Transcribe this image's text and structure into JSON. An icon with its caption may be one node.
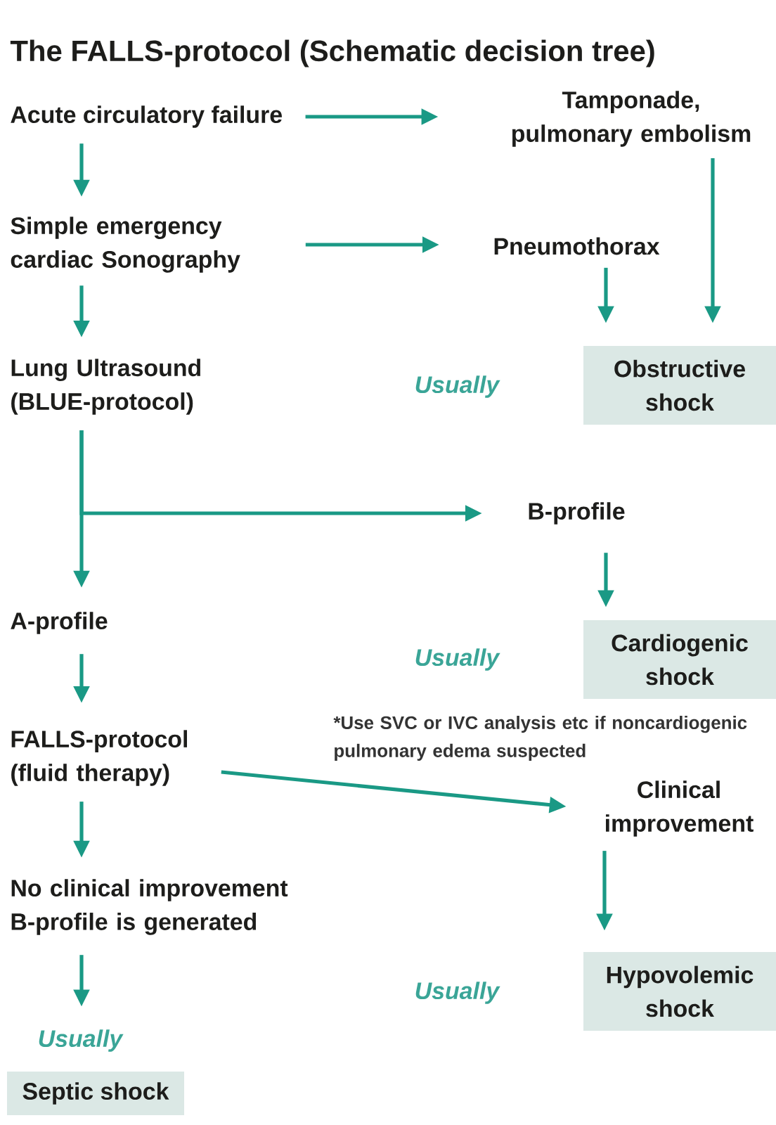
{
  "diagram": {
    "title": "The FALLS-protocol (Schematic decision tree)",
    "nodes": [
      {
        "text": [
          "Acute circulatory failure"
        ]
      },
      {
        "text": [
          "Tamponade, pulmonary embolism"
        ]
      },
      {
        "text": [
          "Simple emergency cardiac Sonography"
        ]
      },
      {
        "text": [
          "Pneumothorax"
        ]
      },
      {
        "text": [
          "Lung Ultrasound (BLUE-protocol)"
        ]
      },
      {
        "text": [
          "Obstructive shock"
        ],
        "beside": [
          "Usually"
        ]
      },
      {
        "text": [
          "B-profile"
        ]
      },
      {
        "text": [
          "A-profile"
        ]
      },
      {
        "text": [
          "Cardiogenic shock"
        ],
        "beside": [
          "Usually"
        ]
      },
      {
        "text": [
          "FALLS-protocol (fluid therapy)"
        ]
      },
      {
        "text": [
          "Clinical improvement"
        ]
      },
      {
        "text": [
          "No clinical improvement B-profile is generated"
        ]
      },
      {
        "text": [
          "Hypovolemic shock"
        ],
        "beside": [
          "Usually"
        ]
      },
      {
        "text": [
          "Septic shock"
        ],
        "beside": [
          "Usually"
        ]
      }
    ],
    "edges": [
      {
        "from": 0,
        "to": 1,
        "arrow": "to"
      },
      {
        "from": 0,
        "to": 2,
        "arrow": "to"
      },
      {
        "from": 2,
        "to": 3,
        "arrow": "to"
      },
      {
        "from": 1,
        "to": 5,
        "arrow": "to"
      },
      {
        "from": 3,
        "to": 5,
        "arrow": "to"
      },
      {
        "from": 2,
        "to": 4,
        "arrow": "to"
      },
      {
        "from": 4,
        "to": 7,
        "arrow": "to"
      },
      {
        "from": 4,
        "to": 6,
        "arrow": "to"
      },
      {
        "from": 6,
        "to": 8,
        "arrow": "to"
      },
      {
        "from": 7,
        "to": 9,
        "arrow": "to"
      },
      {
        "from": 9,
        "to": 10,
        "arrow": "to"
      },
      {
        "from": 9,
        "to": 11,
        "arrow": "to"
      },
      {
        "from": 10,
        "to": 12,
        "arrow": "to"
      },
      {
        "from": 11,
        "to": 13,
        "arrow": "to"
      }
    ],
    "labels": [
      "*Use SVC or IVC analysis etc if noncardiogenic pulmonary edema suspected"
    ]
  }
}
